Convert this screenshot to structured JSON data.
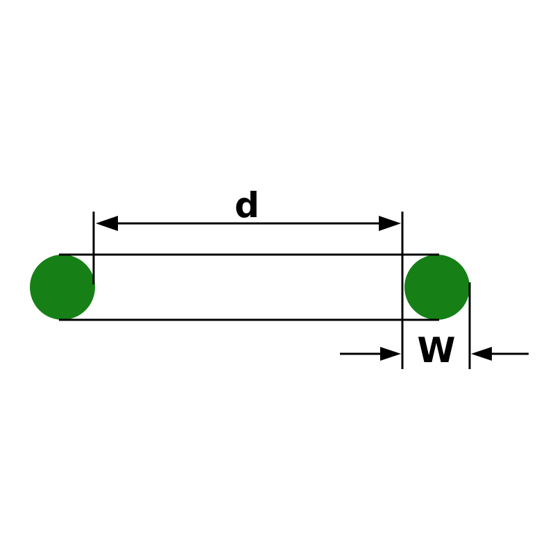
{
  "diagram": {
    "title": "o-ring-dimension-diagram",
    "labels": {
      "inner_diameter": "d",
      "cross_section_width": "W"
    },
    "colors": {
      "ring": "#168016",
      "line": "#000000",
      "background": "#ffffff"
    }
  }
}
